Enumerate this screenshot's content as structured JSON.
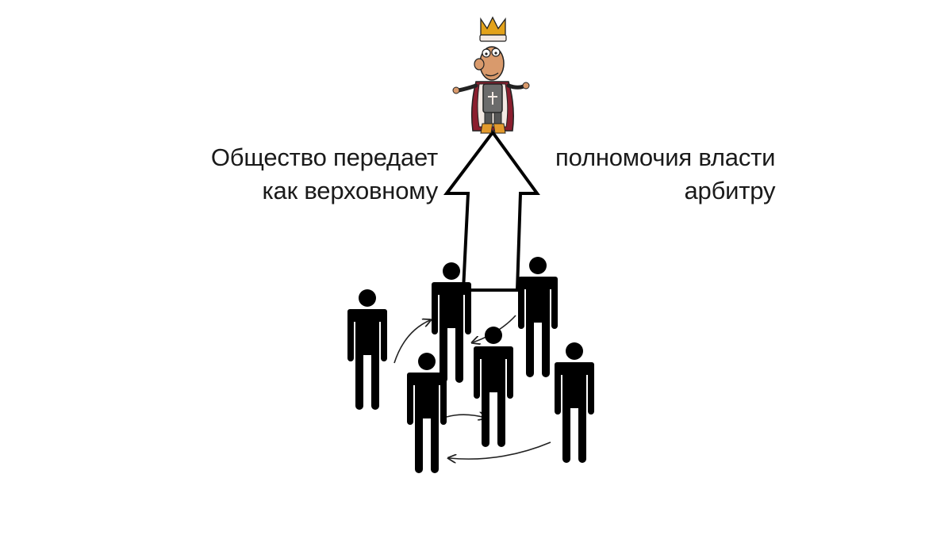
{
  "caption_left": {
    "line1": "Общество передает",
    "line2": "как верховному"
  },
  "caption_right": {
    "line1": "полномочия власти",
    "line2": "арбитру"
  },
  "colors": {
    "background": "#ffffff",
    "figure": "#000000",
    "arrow_fill": "#ffffff",
    "arrow_stroke": "#000000",
    "robe": "#8b1e2e",
    "crown": "#e3a21a",
    "skin": "#d99a6c",
    "armor": "#6b6b6b",
    "boots": "#e39a2d"
  },
  "icons": {
    "king": "king-cartoon-icon",
    "person": "person-silhouette-icon",
    "arrow": "up-arrow-icon",
    "interaction_arrow": "curved-arrow-icon"
  }
}
